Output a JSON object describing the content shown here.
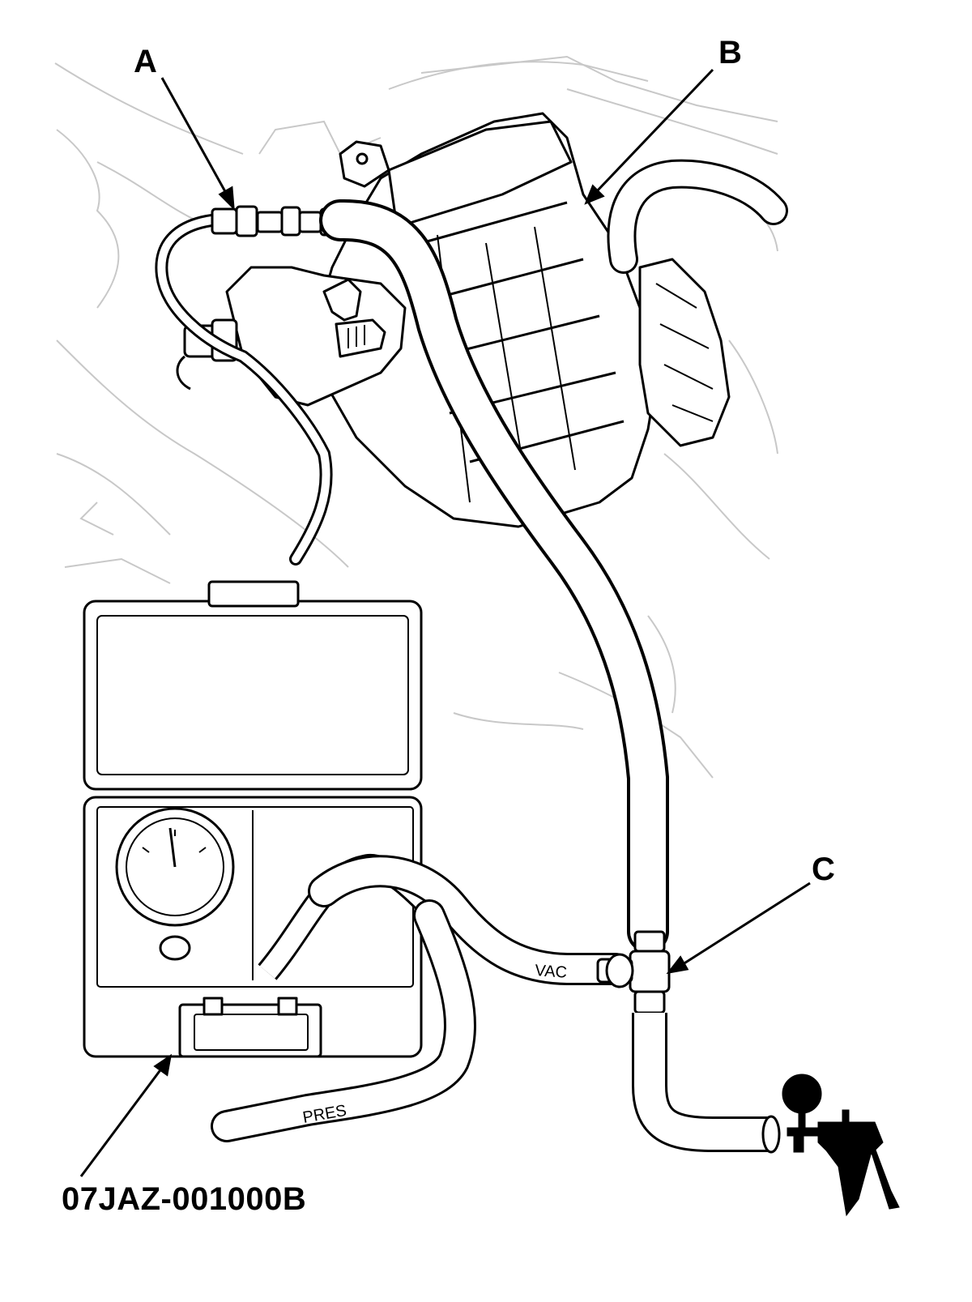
{
  "callouts": {
    "a": "A",
    "b": "B",
    "c": "C",
    "tool_number": "07JAZ-001000B"
  },
  "hose_labels": {
    "vac": "VAC",
    "pres": "PRES"
  },
  "colors": {
    "line": "#000000",
    "background_line": "#c8c8c8",
    "fill": "#ffffff"
  }
}
